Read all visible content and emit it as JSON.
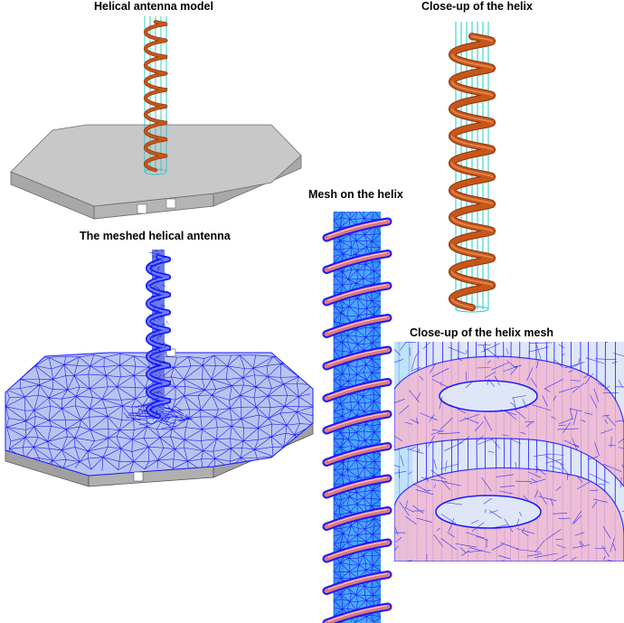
{
  "panels": {
    "model": {
      "caption": "Helical antenna model"
    },
    "closeup": {
      "caption": "Close-up of the helix"
    },
    "meshed": {
      "caption": "The meshed helical antenna"
    },
    "helix_mesh": {
      "caption": "Mesh on the helix"
    },
    "closeup_mesh": {
      "caption": "Close-up of the helix mesh"
    }
  },
  "colors": {
    "plate": "#c8c8c8",
    "plate_edge": "#9a9a9a",
    "helix": "#c8561a",
    "helix_dark": "#8a3208",
    "cylinder_wire": "#20c8c8",
    "mesh": "#1a1aff",
    "mesh_fill": "#b8c4ee",
    "tube_fill": "#4aa8ff",
    "pink": "#f0b8d0"
  }
}
